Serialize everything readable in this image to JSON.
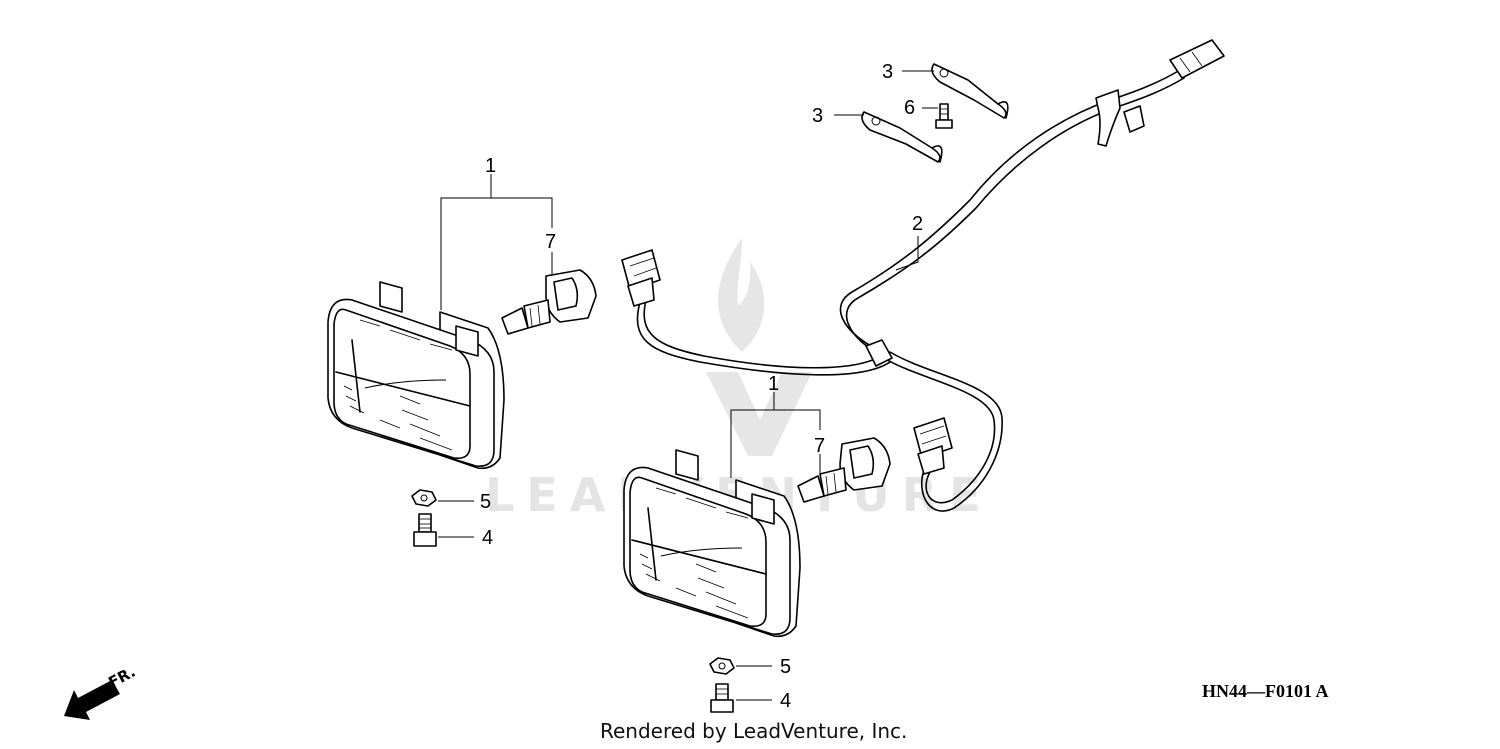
{
  "watermark": {
    "text": "LEADVENTURE"
  },
  "callouts": {
    "headlight_left": "1",
    "headlight_right": "1",
    "harness": "2",
    "clip_upper": "3",
    "clip_lower": "3",
    "bolt_left": "4",
    "bolt_right": "4",
    "nut_left": "5",
    "nut_right": "5",
    "screw": "6",
    "bulb_left": "7",
    "bulb_right": "7"
  },
  "front_indicator": {
    "label": "FR."
  },
  "diagram_code": "HN44—F0101 A",
  "footer": "Rendered by LeadVenture, Inc."
}
